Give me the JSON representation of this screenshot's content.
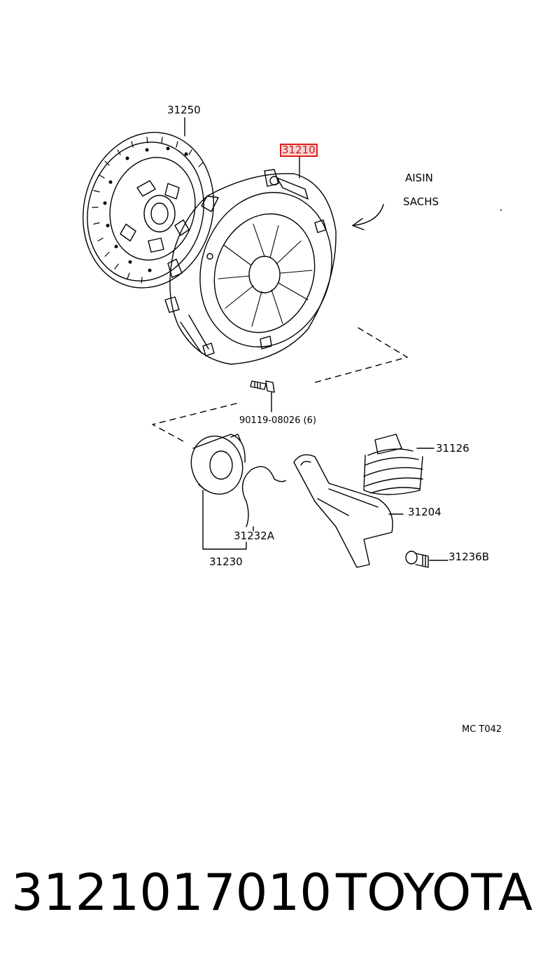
{
  "labels": {
    "clutch_disc": "31250",
    "clutch_cover": "31210",
    "maker_line1": "AISIN",
    "maker_line2": "SACHS",
    "bolt": "90119-08026 (6)",
    "boot": "31126",
    "release_fork": "31204",
    "release_bearing_clip": "31232A",
    "release_bearing": "31230",
    "ball_stud": "31236B",
    "diagram_code": "MC  T042"
  },
  "footer": {
    "part_number": "3121017010",
    "brand": "TOYOTA"
  },
  "colors": {
    "line": "#000000",
    "highlight_border": "#e0201c",
    "highlight_fill": "#fbd5d3"
  }
}
